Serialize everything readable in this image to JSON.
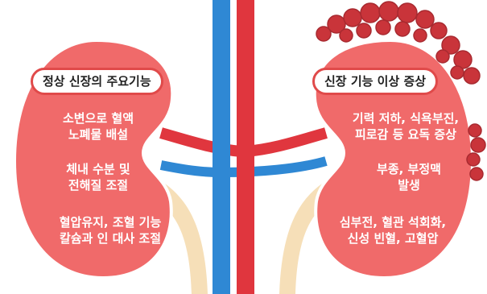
{
  "colors": {
    "kidney_fill": "#f06a6a",
    "kidney_outline": "#ffffff",
    "artery": "#e0363e",
    "vein": "#2f88d4",
    "ureter": "#f6dfb8",
    "nodule": "#c9343a",
    "pill_border": "#e04a4a"
  },
  "left_kidney": {
    "title": "정상 신장의 주요기능",
    "items": [
      {
        "lines": [
          "소변으로 혈액",
          "노폐물 배설"
        ]
      },
      {
        "lines": [
          "체내 수분 및",
          "전해질 조절"
        ]
      },
      {
        "lines": [
          "혈압유지, 조혈 기능",
          "칼슘과 인 대사 조절"
        ]
      }
    ]
  },
  "right_kidney": {
    "title": "신장 기능 이상 증상",
    "items": [
      {
        "lines": [
          "기력 저하, 식욕부진,",
          "피로감 등 요독 증상"
        ]
      },
      {
        "lines": [
          "부종, 부정맥",
          "발생"
        ]
      },
      {
        "lines": [
          "심부전, 혈관 석회화,",
          "신성 빈혈, 고혈압"
        ]
      }
    ]
  }
}
